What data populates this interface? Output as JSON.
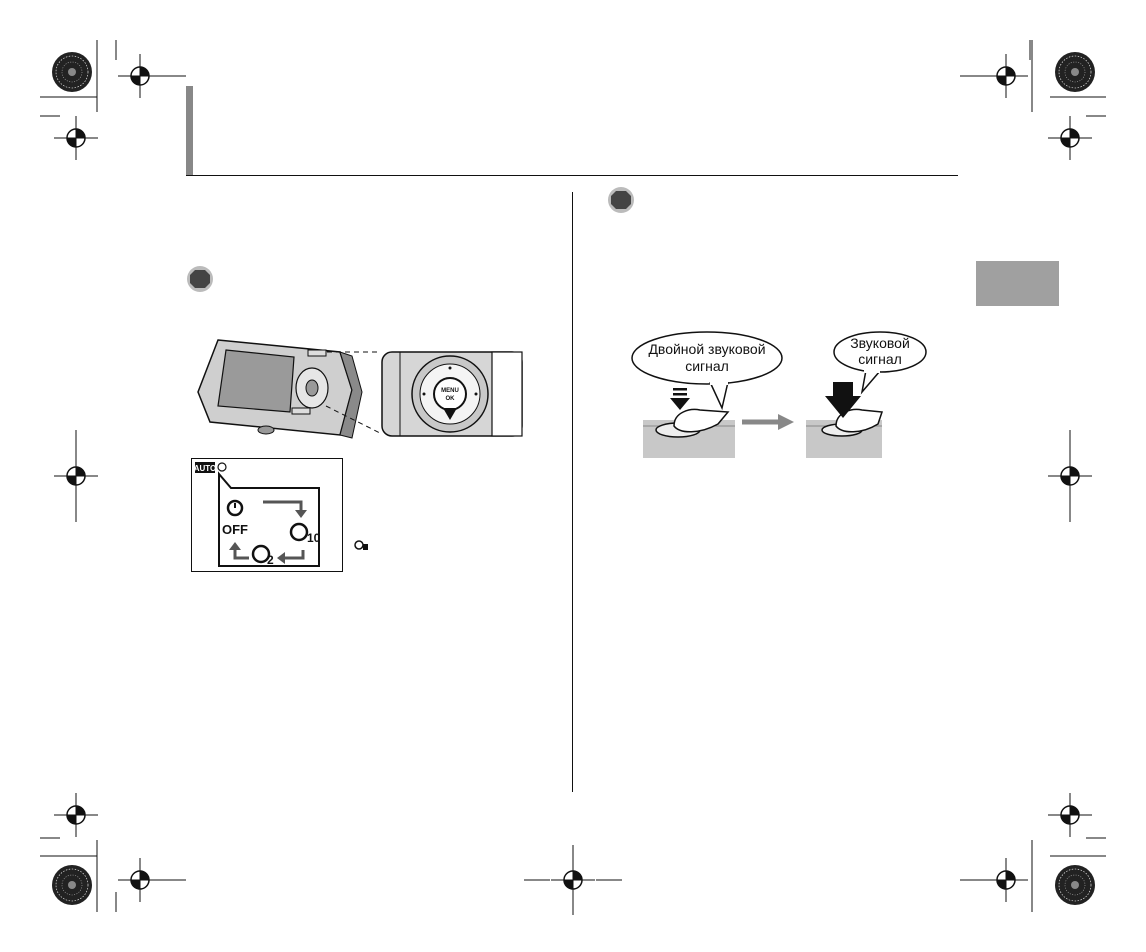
{
  "balloons": {
    "left": {
      "line1": "Двойной звуковой",
      "line2": "сигнал"
    },
    "right": {
      "line1": "Звуковой",
      "line2": "сигнал"
    }
  },
  "camera_button": {
    "label": "MENU\nOK"
  },
  "selftimer_menu": {
    "header_mode": "AUTO",
    "modes": {
      "off_label": "OFF",
      "ten_label": "10",
      "two_label": "2"
    }
  },
  "colors": {
    "ink": "#111111",
    "gray_tab": "#a0a0a0",
    "marker_fill": "#444444",
    "arrow_gray": "#7a7a7a"
  }
}
